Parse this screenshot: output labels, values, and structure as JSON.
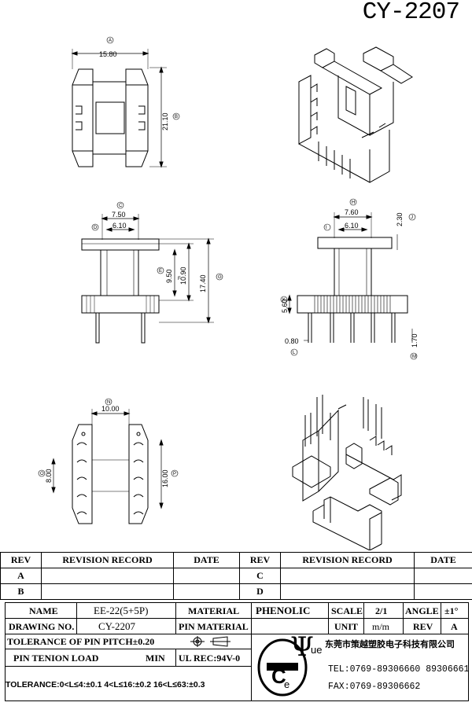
{
  "drawing": {
    "title": "CY-2207",
    "views": {
      "top": {
        "dims": [
          "15.80",
          "21.10"
        ],
        "labels": [
          "A",
          "B"
        ]
      },
      "front": {
        "dims": [
          "7.50",
          "6.10",
          "9.50",
          "10.90",
          "17.40"
        ],
        "labels": [
          "C",
          "D",
          "E",
          "F",
          "G"
        ]
      },
      "side": {
        "dims": [
          "7.60",
          "6.10",
          "2.30",
          "5.60",
          "0.80",
          "1.70"
        ],
        "labels": [
          "H",
          "I",
          "J",
          "K",
          "L",
          "M"
        ]
      },
      "bottom": {
        "dims": [
          "10.00",
          "8.00",
          "16.00"
        ],
        "labels": [
          "N",
          "O",
          "P"
        ]
      }
    }
  },
  "revision": {
    "headers": [
      "REV",
      "REVISION RECORD",
      "DATE",
      "REV",
      "REVISION RECORD",
      "DATE"
    ],
    "rows": [
      [
        "A",
        "",
        "",
        "C",
        "",
        ""
      ],
      [
        "B",
        "",
        "",
        "D",
        "",
        ""
      ]
    ]
  },
  "titleblock": {
    "name_label": "NAME",
    "name_value": "EE-22(5+5P)",
    "material_label": "MATERIAL",
    "material_value": "PHENOLIC",
    "scale_label": "SCALE",
    "scale_value": "2/1",
    "angle_label": "ANGLE",
    "angle_value": "±1°",
    "drawing_no_label": "DRAWING NO.",
    "drawing_no_value": "CY-2207",
    "pin_material_label": "PIN MATERIAL",
    "unit_label": "UNIT",
    "unit_value": "m/m",
    "rev_label": "REV",
    "rev_value": "A",
    "pitch_tolerance": "TOLERANCE OF PIN PITCH±0.20",
    "pin_tension_label": "PIN TENION LOAD",
    "pin_tension_value": "MIN",
    "ul_rec": "UL REC:94V-0",
    "tolerance_line": "TOLERANCE:0<L≤4:±0.1  4<L≤16:±0.2  16<L≤63:±0.3",
    "company_name": "东莞市策越塑胶电子科技有限公司",
    "tel": "TEL:0769-89306660 89306661",
    "fax": "FAX:0769-89306662",
    "logo_letters": [
      "Ψ",
      "ue",
      "C",
      "e"
    ]
  }
}
